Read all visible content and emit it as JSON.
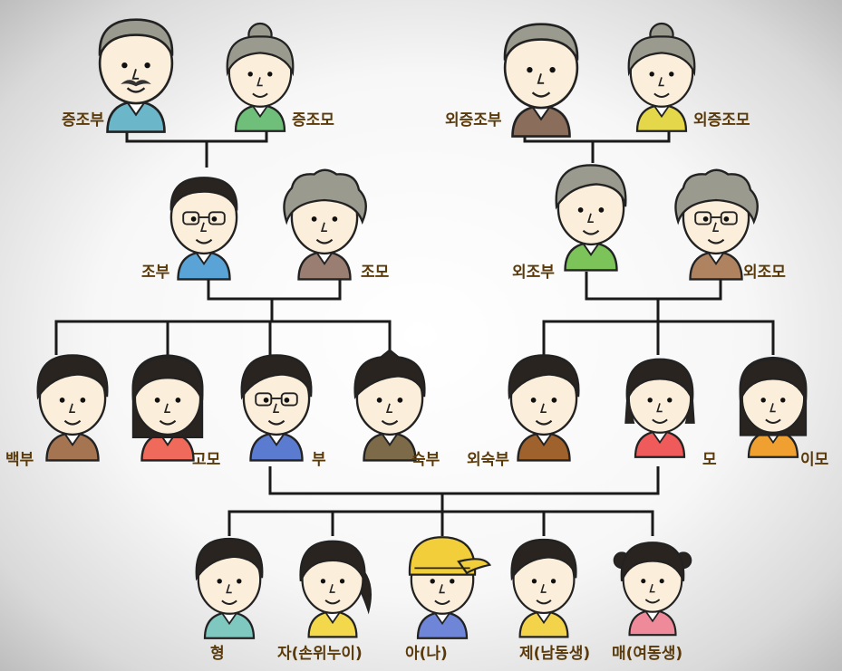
{
  "members": {
    "great_grandfather": "증조부",
    "great_grandmother": "증조모",
    "maternal_great_grandfather": "외증조부",
    "maternal_great_grandmother": "외증조모",
    "grandfather": "조부",
    "grandmother": "조모",
    "maternal_grandfather": "외조부",
    "maternal_grandmother": "외조모",
    "eldest_uncle": "백부",
    "aunt": "고모",
    "father": "부",
    "younger_uncle": "숙부",
    "maternal_uncle": "외숙부",
    "mother": "모",
    "maternal_aunt": "이모",
    "older_brother": "형",
    "older_sister": "자(손위누이)",
    "self": "아(나)",
    "younger_brother": "제(남동생)",
    "younger_sister": "매(여동생)"
  },
  "colors": {
    "line": "#1a1a1a",
    "label": "#5a3a0a",
    "skin": "#fbeeda",
    "gray_hair": "#9a9a8e",
    "dark_hair": "#2a2420",
    "cap": "#f2cf3a"
  }
}
